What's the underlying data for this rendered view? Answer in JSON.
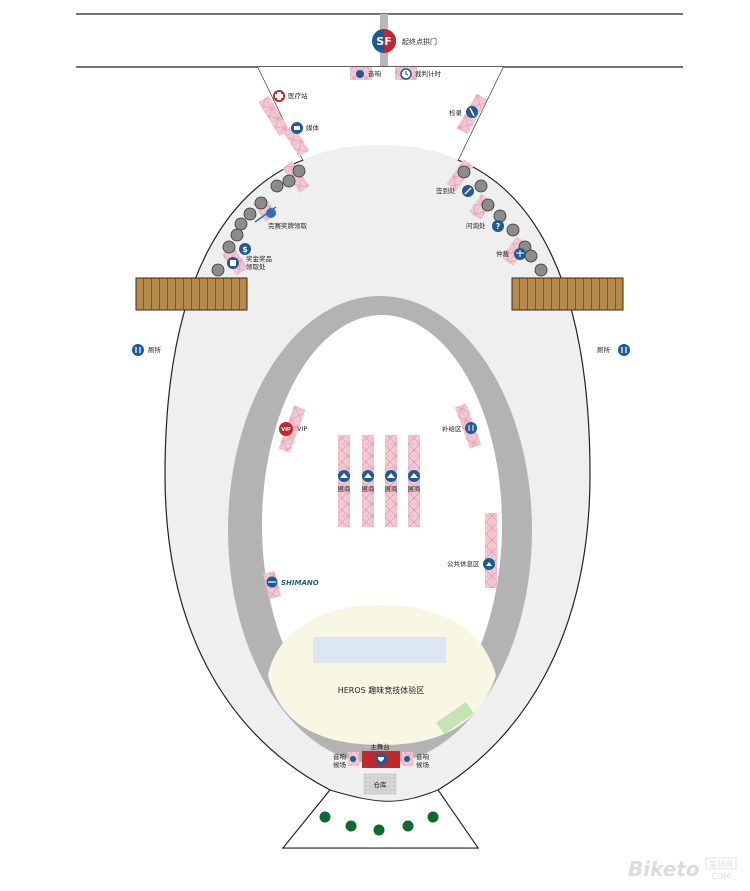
{
  "colors": {
    "outer_fill": "#efefef",
    "track_ring": "#b3b3b3",
    "inner_fill": "#ffffff",
    "heroes_zone": "#f7f7e4",
    "blue_rect": "#dbe8f4",
    "green_rect": "#c6e3b3",
    "stands_fill": "#b58a4c",
    "booth_pink": "#f3c9d4",
    "icon_blue": "#1e5a94",
    "icon_red": "#c0282e",
    "tree_green": "#0d6a2f",
    "barrier_gray": "#8c8c8c"
  },
  "gate": {
    "logo": "SF",
    "label": "起终点拱门"
  },
  "top_booths": {
    "audio": "音响",
    "timing": "裁判计时"
  },
  "left_side": {
    "medical": "医疗站",
    "media": "媒体",
    "finisher_medal": "完赛奖牌领取",
    "prize_line1": "奖金奖品",
    "prize_line2": "领取处"
  },
  "right_side": {
    "doping": "检录",
    "signin": "签到处",
    "inquiry": "问询处",
    "arbitration": "仲裁"
  },
  "toilets": {
    "left": "厕所",
    "right": "厕所"
  },
  "track": {
    "vip": "VIP",
    "supply": "补给区",
    "exhibitor": "展商",
    "rest": "公共休息区",
    "sponsor": "SHIMANO"
  },
  "heroes_zone": "HEROS 趣味竞技体验区",
  "stage": {
    "main_stage": "主舞台",
    "audio_left_1": "音响",
    "audio_left_2": "候场",
    "audio_right_1": "音响",
    "audio_right_2": "候场",
    "warehouse": "仓库"
  },
  "watermark": {
    "brand": "Biketo",
    "cn": "美骑网",
    "com": "COM"
  }
}
